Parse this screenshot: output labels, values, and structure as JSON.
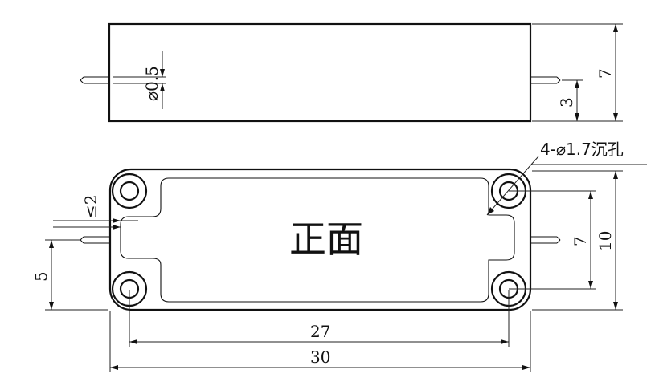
{
  "top_view": {
    "dim_pin_diameter": "⌀0.5",
    "dim_height": "7",
    "dim_pin_height": "3"
  },
  "front_view": {
    "label": "正面",
    "hole_note": "4-⌀1.7沉孔",
    "dim_gap": "≤2",
    "dim_pin_height": "5",
    "dim_hole_spacing_v": "7",
    "dim_height": "10",
    "dim_hole_spacing_h": "27",
    "dim_width": "30"
  }
}
